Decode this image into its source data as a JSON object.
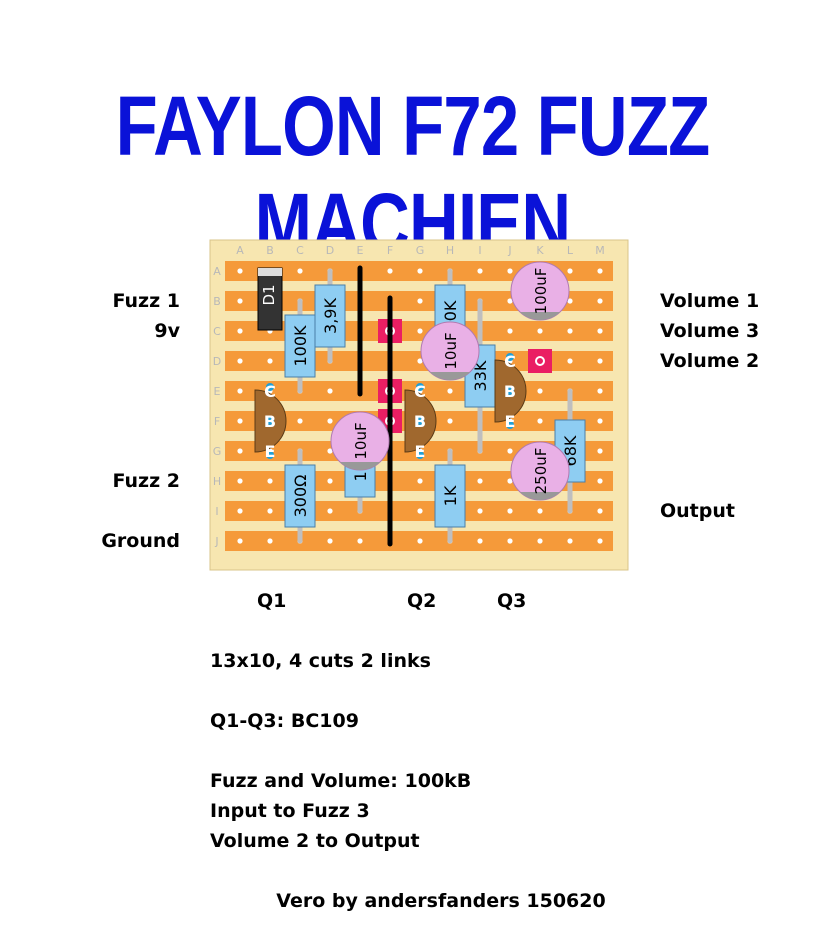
{
  "title": "FAYLON F72 FUZZ MACHIEN",
  "board": {
    "columns": [
      "A",
      "B",
      "C",
      "D",
      "E",
      "F",
      "G",
      "H",
      "I",
      "J",
      "K",
      "L",
      "M"
    ],
    "rows": [
      "A",
      "B",
      "C",
      "D",
      "E",
      "F",
      "G",
      "H",
      "I",
      "J"
    ],
    "colors": {
      "board": "#f7e6b0",
      "strip": "#f59a3a",
      "hole": "#ffffff",
      "link": "#000000",
      "resistor": "#8ecdf2",
      "electrolytic": "#e9b0e6",
      "transistor": "#a0682e",
      "diode": "#333333",
      "pad": "#ea1e63",
      "leg": "#bfbfbf"
    }
  },
  "components": {
    "resistors": [
      {
        "label": "100K",
        "col": 2,
        "r1": 1,
        "r2": 4
      },
      {
        "label": "3,9K",
        "col": 3,
        "r1": 0,
        "r2": 3
      },
      {
        "label": "10K",
        "col": 7,
        "r1": 0,
        "r2": 3
      },
      {
        "label": "33K",
        "col": 8,
        "r1": 1,
        "r2": 6
      },
      {
        "label": "68K",
        "col": 11,
        "r1": 4,
        "r2": 8
      },
      {
        "label": "300Ω",
        "col": 2,
        "r1": 6,
        "r2": 9
      },
      {
        "label": "15K",
        "col": 4,
        "r1": 5,
        "r2": 8
      },
      {
        "label": "1K",
        "col": 7,
        "r1": 6,
        "r2": 9
      }
    ],
    "capacitors": [
      {
        "label": "100uF",
        "col": 10,
        "r1": 0,
        "r2": 1
      },
      {
        "label": "10uF",
        "col": 7,
        "r1": 2,
        "r2": 3
      },
      {
        "label": "10uF",
        "col": 4,
        "r1": 5,
        "r2": 6
      },
      {
        "label": "250uF",
        "col": 10,
        "r1": 6,
        "r2": 7
      }
    ],
    "transistors": [
      {
        "name": "Q1",
        "col": 1,
        "c": "C",
        "b": "B",
        "e": "E"
      },
      {
        "name": "Q2",
        "col": 6,
        "c": "C",
        "b": "B",
        "e": "E"
      },
      {
        "name": "Q3",
        "col": 9,
        "c": "C",
        "b": "B",
        "e": "E"
      }
    ],
    "diode": {
      "label": "D1",
      "col": 1
    }
  },
  "labels_left": [
    "Fuzz 1",
    "9v",
    "Fuzz 2",
    "Ground"
  ],
  "labels_right": [
    "Volume 1",
    "Volume 3",
    "Volume 2",
    "Output"
  ],
  "transistor_labels": [
    "Q1",
    "Q2",
    "Q3"
  ],
  "notes": [
    "13x10, 4 cuts 2 links",
    "Q1-Q3: BC109",
    "Fuzz and Volume: 100kB",
    "Input to Fuzz 3",
    "Volume 2 to Output"
  ],
  "credit": "Vero by andersfanders 150620"
}
